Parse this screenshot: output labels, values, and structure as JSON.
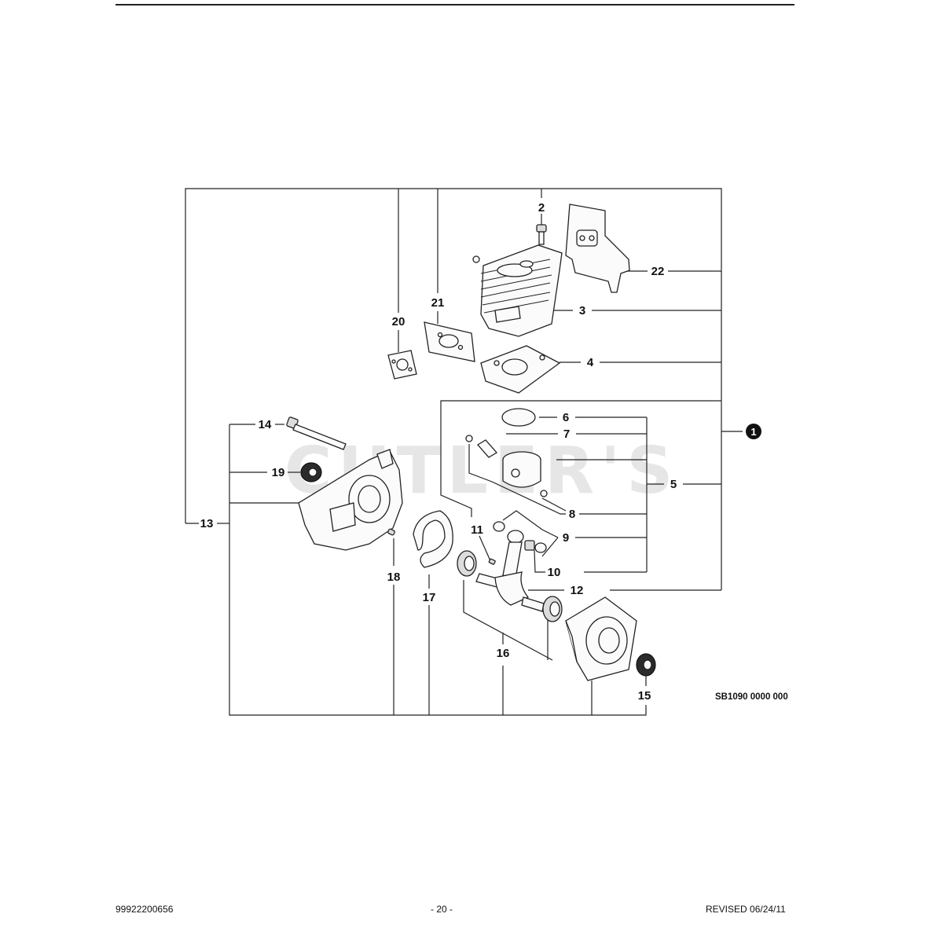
{
  "watermark": "CUTLER'S",
  "diagram": {
    "callouts": {
      "c1": "1",
      "c2": "2",
      "c3": "3",
      "c4": "4",
      "c5": "5",
      "c6": "6",
      "c7": "7",
      "c8": "8",
      "c9": "9",
      "c10": "10",
      "c11": "11",
      "c12": "12",
      "c13": "13",
      "c14": "14",
      "c15": "15",
      "c16": "16",
      "c17": "17",
      "c18": "18",
      "c19": "19",
      "c20": "20",
      "c21": "21",
      "c22": "22"
    },
    "reference_code": "SB1090 0000 000"
  },
  "footer": {
    "part_number": "99922200656",
    "page_number": "- 20 -",
    "revision": "REVISED 06/24/11"
  }
}
